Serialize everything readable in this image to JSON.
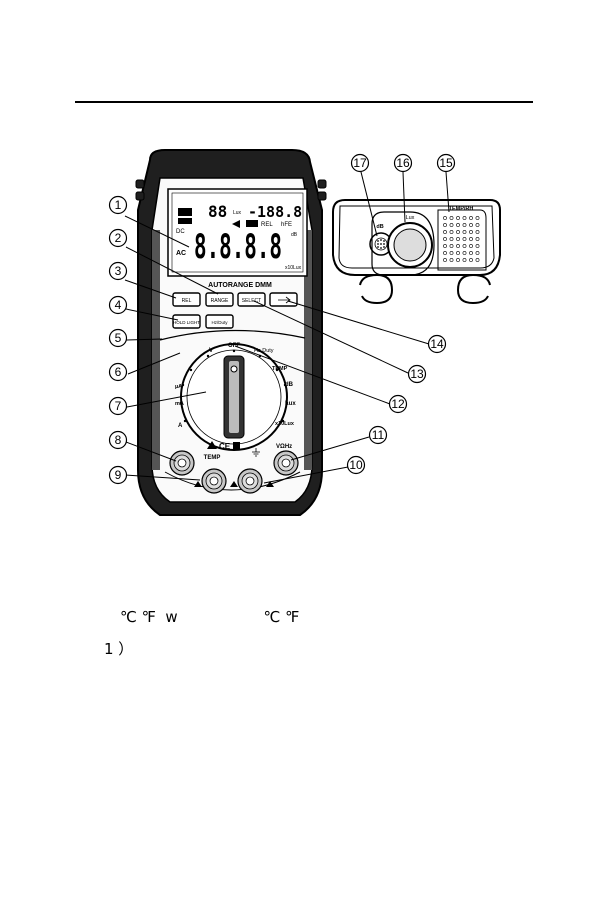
{
  "lcd": {
    "sub_digits": "88",
    "sub_unit": "Lux",
    "aux_value": "-188.8",
    "main_digits": "8.8.8.8",
    "mode_dc": "DC",
    "mode_ac": "AC",
    "rel": "REL",
    "hfe": "hFE",
    "unit_db": "dB",
    "unit_x10lux": "x10Lux"
  },
  "panel": {
    "header": "AUTORANGE DMM",
    "buttons": [
      "REL",
      "RANGE",
      "SELECT",
      "",
      "HOLD LIGHT",
      "Hz/Duty"
    ],
    "dial_labels": {
      "off": "OFF",
      "hz_duty": "Hz Duty",
      "temp": "TEMP",
      "db": "dB",
      "lux": "Lux",
      "x10lux": "x10Lux",
      "v": "V",
      "ua": "µA",
      "ma": "mA",
      "a": "A",
      "vhz": "VΩHz"
    },
    "terminal_label_temp": "TEMP",
    "ce_mark": "CE"
  },
  "top_view": {
    "label_db": "dB",
    "label_lux": "Lux",
    "label_rh": "TEMP/RH"
  },
  "callouts": [
    "1",
    "2",
    "3",
    "4",
    "5",
    "6",
    "7",
    "8",
    "9",
    "10",
    "11",
    "12",
    "13",
    "14",
    "15",
    "16",
    "17"
  ],
  "text": {
    "line1": "℃ ℉  w                  ℃ ℉",
    "line2": "1 ）"
  }
}
